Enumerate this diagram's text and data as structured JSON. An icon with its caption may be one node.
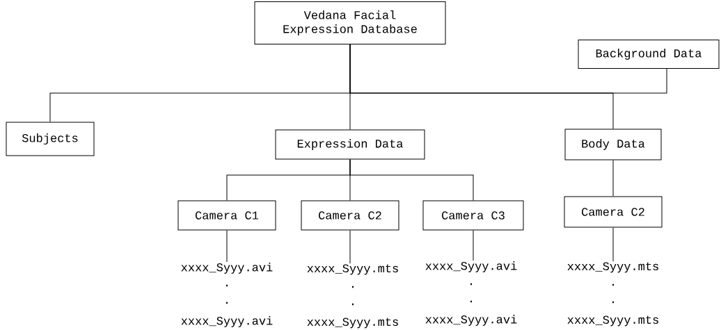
{
  "diagram": {
    "nodes": [
      {
        "text": [
          "Vedana Facial Expression Database"
        ]
      },
      {
        "text": [
          "Background Data"
        ]
      },
      {
        "text": [
          "Subjects"
        ]
      },
      {
        "text": [
          "Expression Data"
        ]
      },
      {
        "text": [
          "Body Data"
        ]
      },
      {
        "text": [
          "Camera C1"
        ]
      },
      {
        "text": [
          "Camera C2"
        ]
      },
      {
        "text": [
          "Camera C3"
        ]
      },
      {
        "text": [
          "Camera C2"
        ]
      },
      {
        "text": [
          "xxxx_Syyy.avi"
        ],
        "beside": [
          ".",
          ".",
          "xxxx_Syyy.avi"
        ]
      },
      {
        "text": [
          "xxxx_Syyy.mts"
        ],
        "beside": [
          ".",
          ".",
          "xxxx_Syyy.mts"
        ]
      },
      {
        "text": [
          "xxxx_Syyy.avi"
        ],
        "beside": [
          ".",
          ".",
          "xxxx_Syyy.avi"
        ]
      },
      {
        "text": [
          "xxxx_Syyy.mts"
        ],
        "beside": [
          ".",
          ".",
          "xxxx_Syyy.mts"
        ]
      }
    ],
    "edges": [
      {
        "from": 0,
        "to": 1,
        "arrow": "none"
      },
      {
        "from": 0,
        "to": 2,
        "arrow": "none"
      },
      {
        "from": 0,
        "to": 3,
        "arrow": "none"
      },
      {
        "from": 0,
        "to": 4,
        "arrow": "none"
      },
      {
        "from": 3,
        "to": 5,
        "arrow": "none"
      },
      {
        "from": 3,
        "to": 6,
        "arrow": "none"
      },
      {
        "from": 3,
        "to": 7,
        "arrow": "none"
      },
      {
        "from": 4,
        "to": 8,
        "arrow": "none"
      },
      {
        "from": 5,
        "to": 9,
        "arrow": "none"
      },
      {
        "from": 6,
        "to": 10,
        "arrow": "none"
      },
      {
        "from": 7,
        "to": 11,
        "arrow": "none"
      },
      {
        "from": 8,
        "to": 12,
        "arrow": "none"
      }
    ]
  }
}
